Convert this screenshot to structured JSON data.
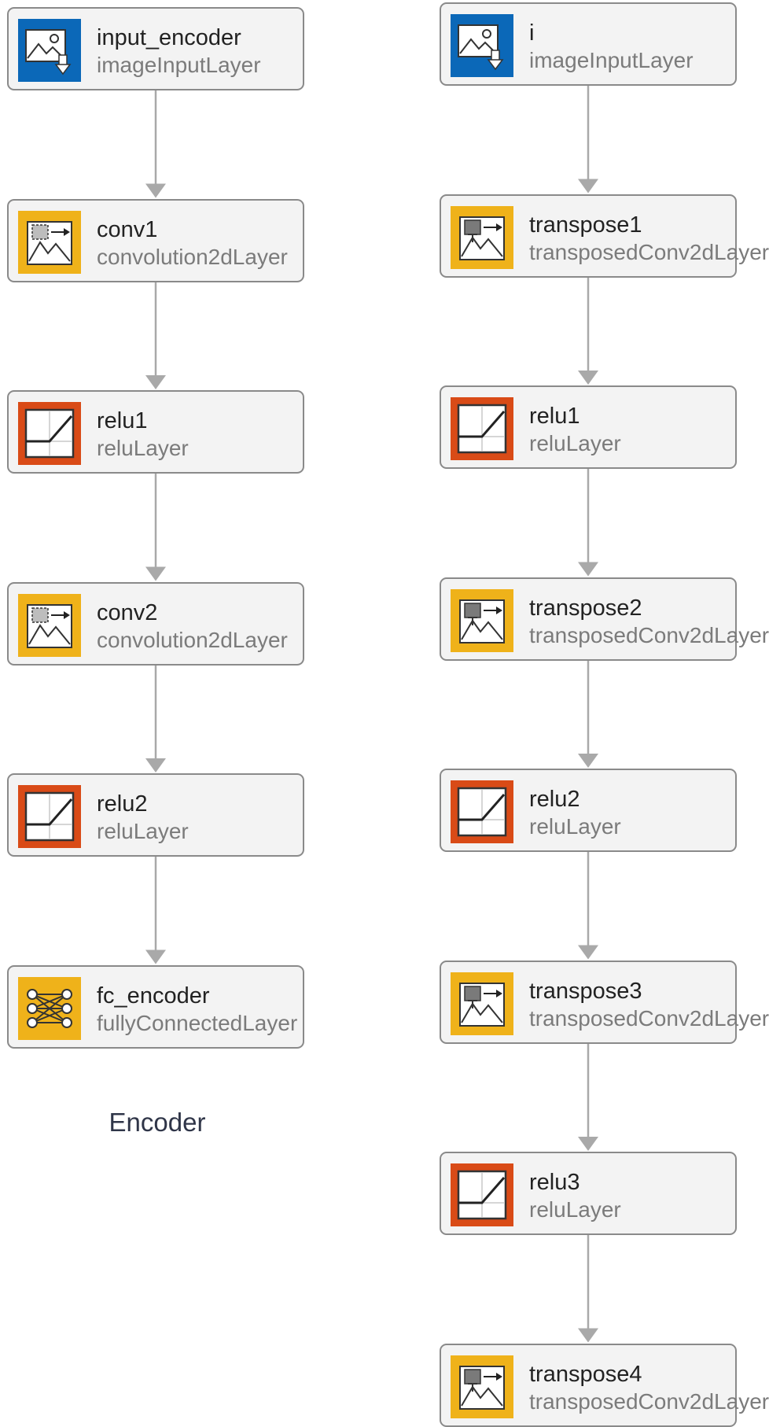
{
  "caption": "Encoder",
  "colors": {
    "input": "#0b68b8",
    "conv": "#efb21a",
    "relu": "#d94b17",
    "fc": "#efb21a",
    "edge": "#a9a9a9",
    "node_bg": "#f3f3f3",
    "node_border": "#8a8a8a"
  },
  "encoder": [
    {
      "name": "input_encoder",
      "type": "imageInputLayer",
      "icon": "image-input-icon"
    },
    {
      "name": "conv1",
      "type": "convolution2dLayer",
      "icon": "convolution-icon"
    },
    {
      "name": "relu1",
      "type": "reluLayer",
      "icon": "relu-icon"
    },
    {
      "name": "conv2",
      "type": "convolution2dLayer",
      "icon": "convolution-icon"
    },
    {
      "name": "relu2",
      "type": "reluLayer",
      "icon": "relu-icon"
    },
    {
      "name": "fc_encoder",
      "type": "fullyConnectedLayer",
      "icon": "fully-connected-icon"
    }
  ],
  "decoder": [
    {
      "name": "i",
      "type": "imageInputLayer",
      "icon": "image-input-icon"
    },
    {
      "name": "transpose1",
      "type": "transposedConv2dLayer",
      "icon": "transposed-convolution-icon"
    },
    {
      "name": "relu1",
      "type": "reluLayer",
      "icon": "relu-icon"
    },
    {
      "name": "transpose2",
      "type": "transposedConv2dLayer",
      "icon": "transposed-convolution-icon"
    },
    {
      "name": "relu2",
      "type": "reluLayer",
      "icon": "relu-icon"
    },
    {
      "name": "transpose3",
      "type": "transposedConv2dLayer",
      "icon": "transposed-convolution-icon"
    },
    {
      "name": "relu3",
      "type": "reluLayer",
      "icon": "relu-icon"
    },
    {
      "name": "transpose4",
      "type": "transposedConv2dLayer",
      "icon": "transposed-convolution-icon"
    }
  ]
}
